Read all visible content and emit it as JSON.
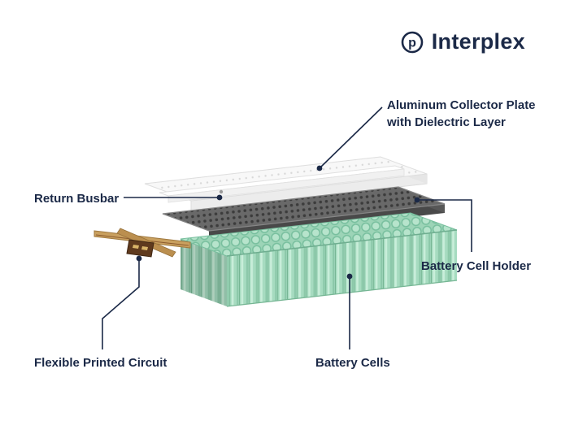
{
  "brand": {
    "name": "Interplex",
    "icon": "circle-p-logo-icon",
    "icon_letter": "p"
  },
  "diagram": {
    "labels": {
      "collector_plate": "Aluminum Collector Plate\nwith Dielectric Layer",
      "return_busbar": "Return Busbar",
      "cell_holder": "Battery Cell Holder",
      "fpc": "Flexible Printed Circuit",
      "battery_cells": "Battery Cells"
    }
  },
  "colors": {
    "navy": "#1B2947",
    "plate_white": "#F8F8F8",
    "holder_gray": "#5E5E5E",
    "cell_green": "#A6DBC0",
    "fpc_copper": "#C9A05F"
  }
}
